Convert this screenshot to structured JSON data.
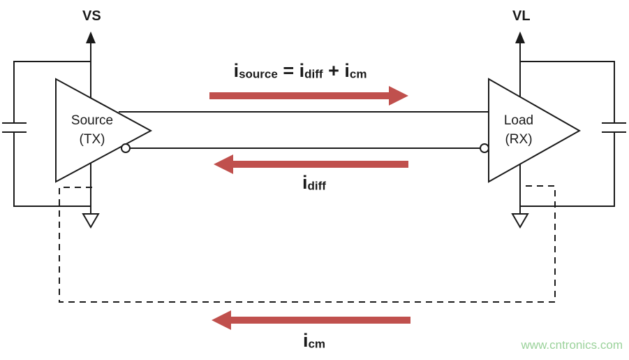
{
  "labels": {
    "vs": "VS",
    "vl": "VL",
    "source_line1": "Source",
    "source_line2": "(TX)",
    "load_line1": "Load",
    "load_line2": "(RX)"
  },
  "equation": {
    "i1": "i",
    "sub1": "source",
    "op1": " = ",
    "i2": "i",
    "sub2": "diff",
    "op2": " + ",
    "i3": "i",
    "sub3": "cm"
  },
  "idiff_label": {
    "base": "i",
    "sub": "diff"
  },
  "icm_label": {
    "base": "i",
    "sub": "cm"
  },
  "watermark": "www.cntronics.com",
  "colors": {
    "arrow_red": "#c0504d",
    "line_black": "#1a1a1a",
    "watermark_green": "#9ad29a",
    "background": "#ffffff"
  }
}
